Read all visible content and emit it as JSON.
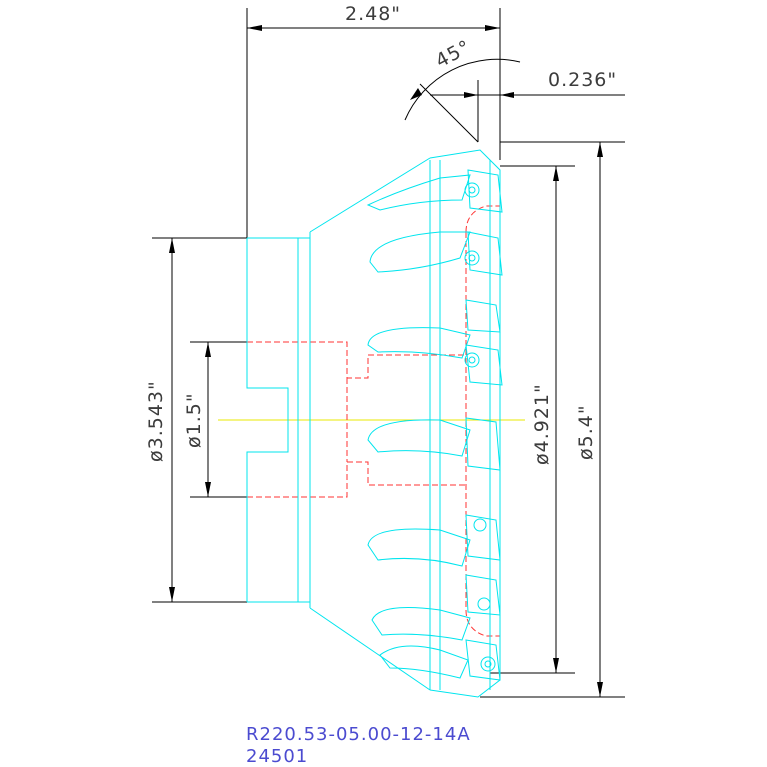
{
  "drawing": {
    "dimensions": {
      "overall_length": "2.48\"",
      "angle": "45°",
      "offset": "0.236\"",
      "shank_diameter": "ø3.543\"",
      "bore_diameter": "ø1.5\"",
      "inner_diameter": "ø4.921\"",
      "outer_diameter": "ø5.4\""
    },
    "part_number": "R220.53-05.00-12-14A",
    "item_code": "24501",
    "colors": {
      "outline": "#00e5ee",
      "hidden": "#ff3333",
      "centerline": "#e8e800",
      "dimension": "#000000",
      "label": "#4b4bd0"
    }
  }
}
